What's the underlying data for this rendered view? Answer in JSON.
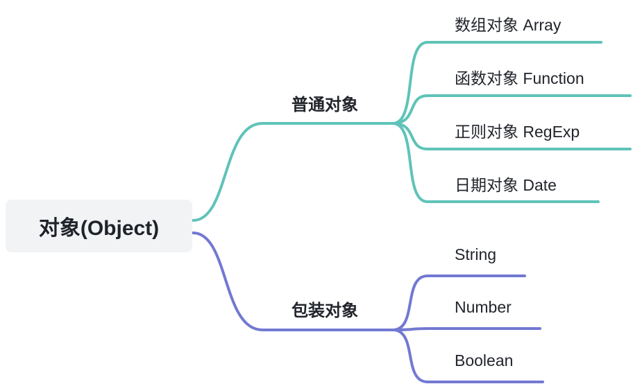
{
  "mindmap": {
    "root": {
      "label": "对象(Object)"
    },
    "branches": [
      {
        "label": "普通对象",
        "color": "#5fc3b8",
        "children": [
          "数组对象 Array",
          "函数对象 Function",
          "正则对象 RegExp",
          "日期对象 Date"
        ]
      },
      {
        "label": "包装对象",
        "color": "#7279d2",
        "children": [
          "String",
          "Number",
          "Boolean"
        ]
      }
    ]
  }
}
